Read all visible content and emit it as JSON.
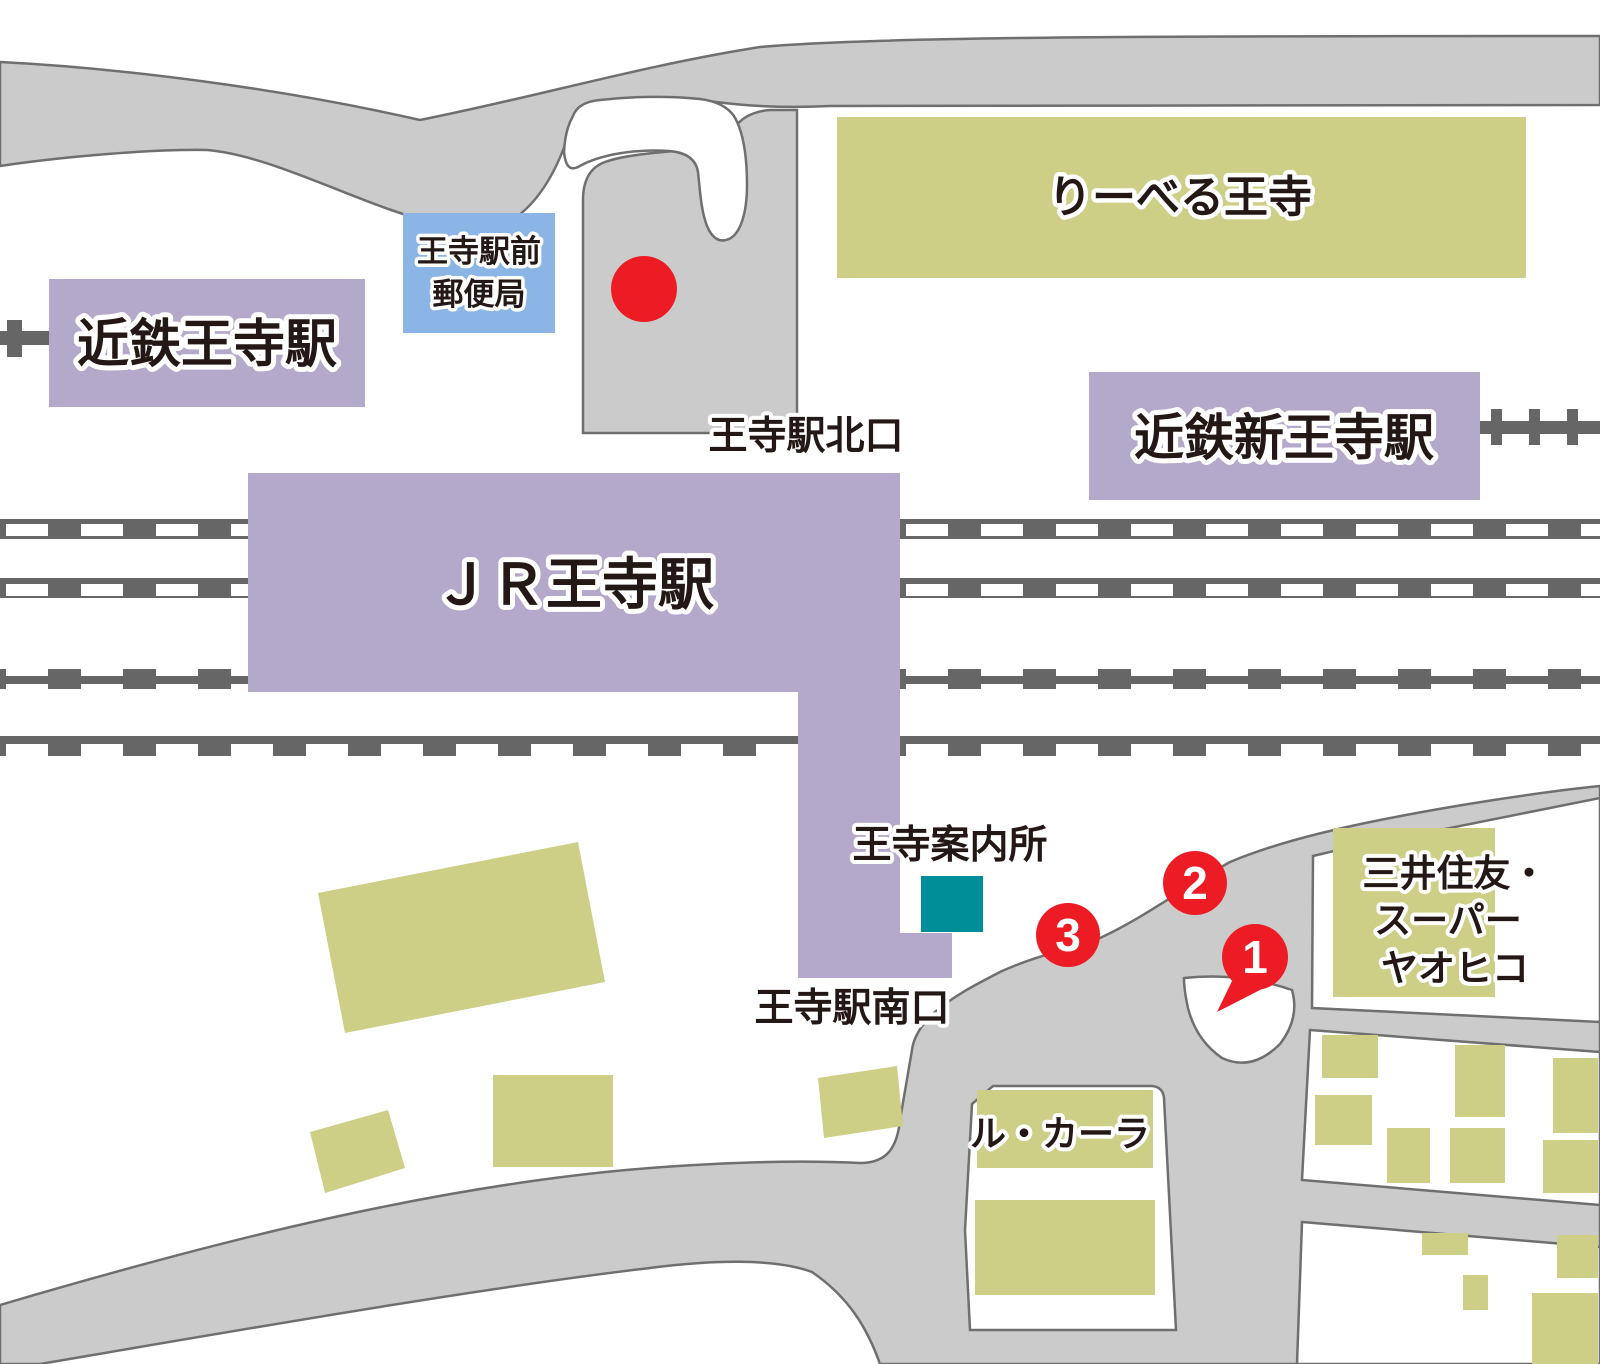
{
  "stations": {
    "kintetsu_oji": "近鉄王寺駅",
    "jr_oji": "ＪＲ王寺駅",
    "kintetsu_shin_oji": "近鉄新王寺駅"
  },
  "buildings": {
    "riberu_oji": "りーべる王寺",
    "post_office": {
      "line1": "王寺駅前",
      "line2": "郵便局"
    },
    "yaohiko": {
      "line1": "三井住友・",
      "line2": "スーパー",
      "line3": "ヤオヒコ"
    },
    "le_cara": "ル・カーラ"
  },
  "labels": {
    "north_exit": "王寺駅北口",
    "south_exit": "王寺駅南口",
    "info_center": "王寺案内所"
  },
  "markers": {
    "m1": "1",
    "m2": "2",
    "m3": "3"
  },
  "colors": {
    "road_fill": "#cbcbcb",
    "road_stroke": "#6f6f6f",
    "rail_dark": "#666666",
    "station_purple": "#b4a8cb",
    "building_green": "#cdcf86",
    "post_office_blue": "#8ab5e4",
    "info_teal": "#008f98",
    "marker_red": "#ed1c24",
    "label_text": "#231815"
  }
}
